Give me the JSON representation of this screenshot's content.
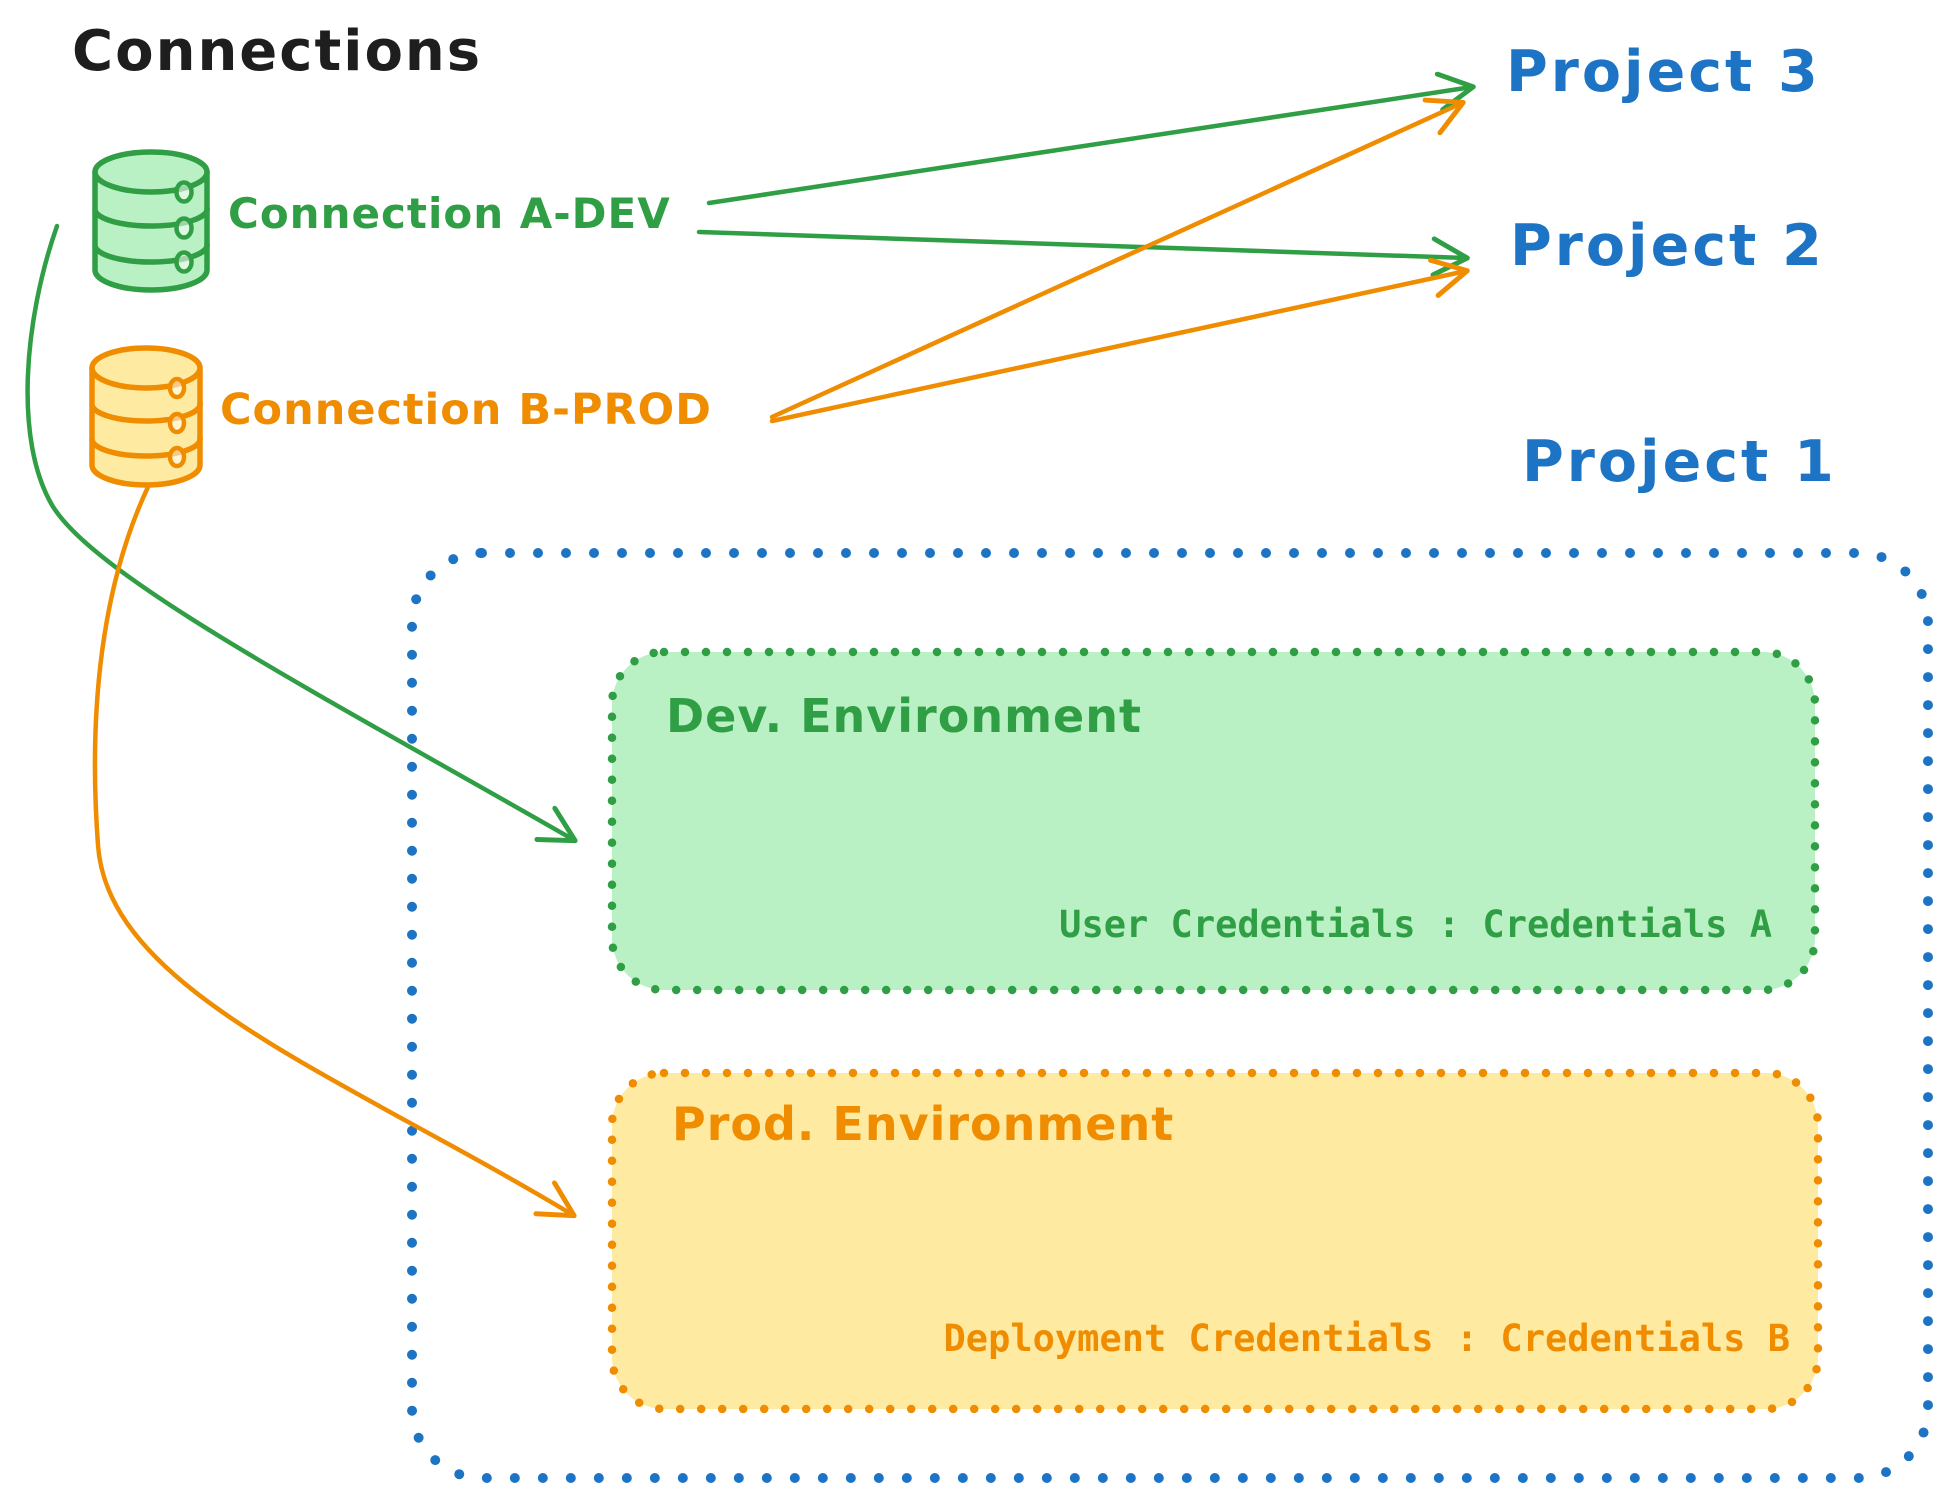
{
  "title": "Connections",
  "connections": [
    {
      "label": "Connection A-DEV"
    },
    {
      "label": "Connection B-PROD"
    }
  ],
  "projects": [
    {
      "label": "Project 3"
    },
    {
      "label": "Project 2"
    },
    {
      "label": "Project 1"
    }
  ],
  "environments": [
    {
      "title": "Dev. Environment",
      "credentials": "User Credentials : Credentials A"
    },
    {
      "title": "Prod. Environment",
      "credentials": "Deployment Credentials : Credentials B"
    }
  ],
  "colors": {
    "ink": "#1e1e1e",
    "green_stroke": "#2f9e44",
    "green_fill": "#b9f0c4",
    "orange_stroke": "#f08c00",
    "orange_fill": "#ffeaa1",
    "blue": "#1d74c4"
  }
}
